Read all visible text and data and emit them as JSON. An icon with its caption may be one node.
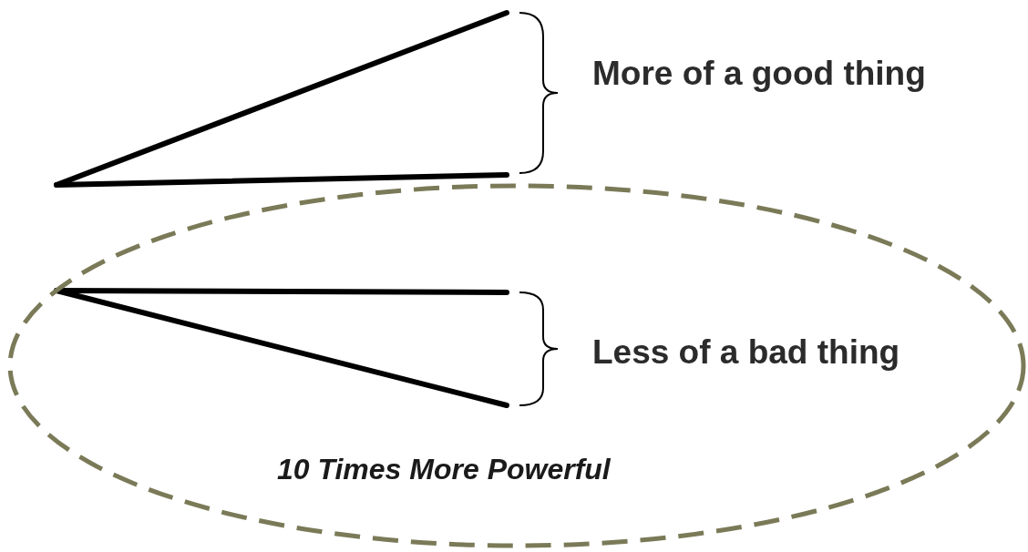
{
  "diagram": {
    "nodes": [
      {
        "text": [
          "10 Times More Powerful"
        ]
      }
    ],
    "labels": [
      "More of a good thing",
      "Less of a bad thing"
    ]
  }
}
